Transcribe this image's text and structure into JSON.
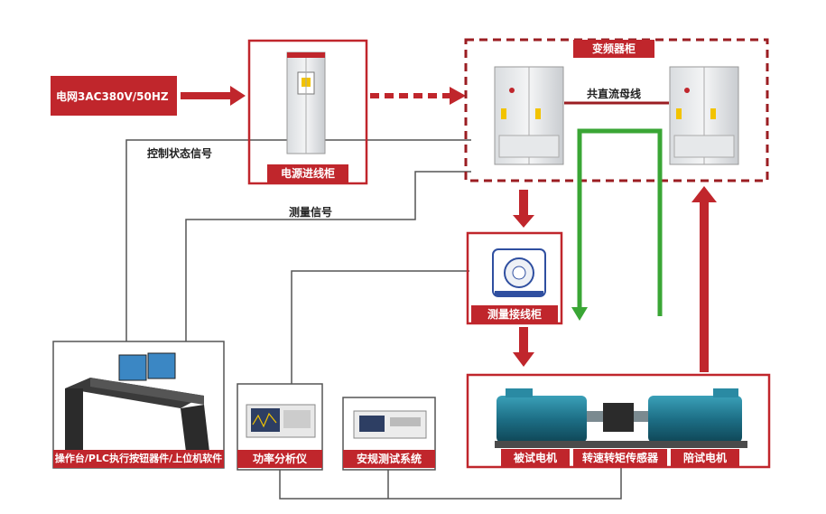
{
  "input": {
    "label": "电网3AC380V/50HZ"
  },
  "power_cabinet": {
    "label": "电源进线柜"
  },
  "vfd_cabinet": {
    "label": "变频器柜",
    "bus_label": "共直流母线"
  },
  "measure_cabinet": {
    "label": "测量接线柜"
  },
  "signals": {
    "control": "控制状态信号",
    "measure": "测量信号"
  },
  "console": {
    "label": "操作台/PLC执行按钮器件/上位机软件"
  },
  "power_analyzer": {
    "label": "功率分析仪"
  },
  "safety_tester": {
    "label": "安规测试系统"
  },
  "motors": {
    "dut": "被试电机",
    "sensor": "转速转矩传感器",
    "load": "陪试电机"
  },
  "colors": {
    "accent": "#c0262c",
    "green": "#3aa635",
    "line": "#555555",
    "steel": "#1d6f86"
  },
  "icons": [
    "cabinet-icon",
    "vfd-icon",
    "current-sensor-icon",
    "console-icon",
    "analyzer-icon",
    "tester-icon",
    "motor-icon"
  ]
}
